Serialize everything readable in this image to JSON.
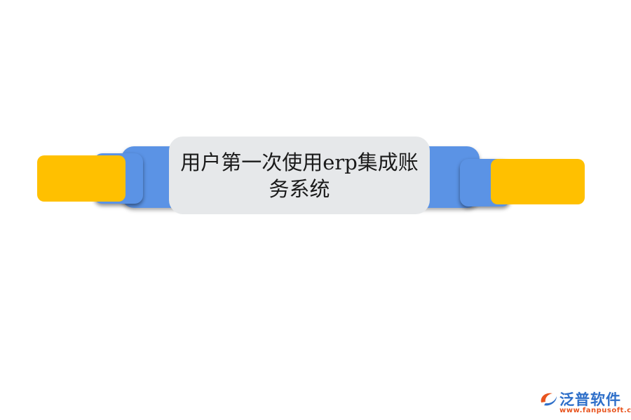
{
  "diagram": {
    "center_text": "用户第一次使用erp集成账务系统",
    "colors": {
      "blue": "#5b93e5",
      "yellow": "#ffc000",
      "card": "#e6e8ea"
    }
  },
  "watermark": {
    "brand": "泛普软件",
    "url": "www.fanpusoft.com",
    "icon": "fanpu-logo-icon",
    "colors": {
      "brand": "#2e6fc9",
      "mark": "#e8541e"
    }
  }
}
